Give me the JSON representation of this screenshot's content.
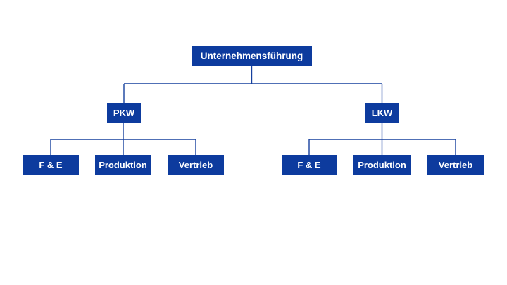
{
  "diagram": {
    "type": "org-chart",
    "nodes": {
      "root": "Unternehmensführung",
      "pkw": "PKW",
      "lkw": "LKW",
      "pkw_fe": "F & E",
      "pkw_produktion": "Produktion",
      "pkw_vertrieb": "Vertrieb",
      "lkw_fe": "F & E",
      "lkw_produktion": "Produktion",
      "lkw_vertrieb": "Vertrieb"
    },
    "edges": [
      [
        "root",
        "pkw"
      ],
      [
        "root",
        "lkw"
      ],
      [
        "pkw",
        "pkw_fe"
      ],
      [
        "pkw",
        "pkw_produktion"
      ],
      [
        "pkw",
        "pkw_vertrieb"
      ],
      [
        "lkw",
        "lkw_fe"
      ],
      [
        "lkw",
        "lkw_produktion"
      ],
      [
        "lkw",
        "lkw_vertrieb"
      ]
    ]
  },
  "colors": {
    "node_fill": "#0d3b9e",
    "node_text": "#ffffff",
    "connector": "#16409e",
    "background": "#ffffff"
  }
}
